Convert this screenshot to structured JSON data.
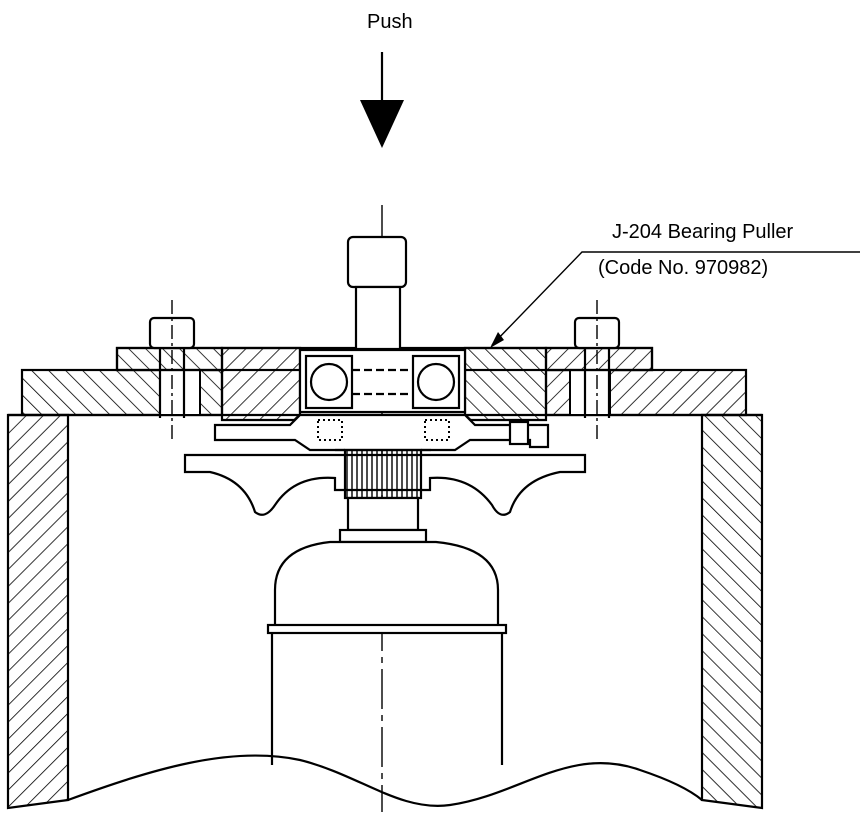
{
  "labels": {
    "push": "Push",
    "tool_name": "J-204 Bearing Puller",
    "tool_code": "(Code No. 970982)"
  },
  "colors": {
    "ink": "#000000",
    "background": "#ffffff"
  }
}
